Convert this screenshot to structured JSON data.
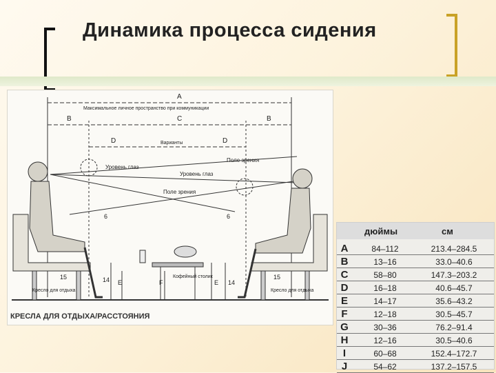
{
  "slide": {
    "title": "Динамика процесса сидения"
  },
  "figure": {
    "caption": "КРЕСЛА ДЛЯ ОТДЫХА/РАССТОЯНИЯ",
    "labels": {
      "a": "A",
      "a_text": "Максимальное личное пространство при коммуникации",
      "b_left": "B",
      "c": "C",
      "b_right": "B",
      "d_left": "D",
      "d_mid": "Варианты",
      "d_right": "D",
      "eye_level_1": "Уровень глаз",
      "eye_level_2": "Уровень глаз",
      "field_of_view_1": "Поле зрения",
      "field_of_view_2": "Поле зрения",
      "chair_left": "Кресло для отдыха",
      "chair_right": "Кресло для отдыха",
      "coffee_table": "Кофейный столик",
      "dim_15_left": "15",
      "dim_15_right": "15",
      "dim_14_left": "14",
      "dim_14_right": "14",
      "dim_6_left": "6",
      "dim_6_right": "6",
      "e_left": "E",
      "e_right": "E",
      "f": "F"
    }
  },
  "table": {
    "header_inches": "дюймы",
    "header_cm": "см",
    "rows": [
      {
        "letter": "A",
        "inches": "84–112",
        "cm": "213.4–284.5"
      },
      {
        "letter": "B",
        "inches": "13–16",
        "cm": "33.0–40.6"
      },
      {
        "letter": "C",
        "inches": "58–80",
        "cm": "147.3–203.2"
      },
      {
        "letter": "D",
        "inches": "16–18",
        "cm": "40.6–45.7"
      },
      {
        "letter": "E",
        "inches": "14–17",
        "cm": "35.6–43.2"
      },
      {
        "letter": "F",
        "inches": "12–18",
        "cm": "30.5–45.7"
      },
      {
        "letter": "G",
        "inches": "30–36",
        "cm": "76.2–91.4"
      },
      {
        "letter": "H",
        "inches": "12–16",
        "cm": "30.5–40.6"
      },
      {
        "letter": "I",
        "inches": "60–68",
        "cm": "152.4–172.7"
      },
      {
        "letter": "J",
        "inches": "54–62",
        "cm": "137.2–157.5"
      }
    ]
  },
  "colors": {
    "accent_gold": "#c9a227",
    "bracket_dark": "#111111"
  }
}
